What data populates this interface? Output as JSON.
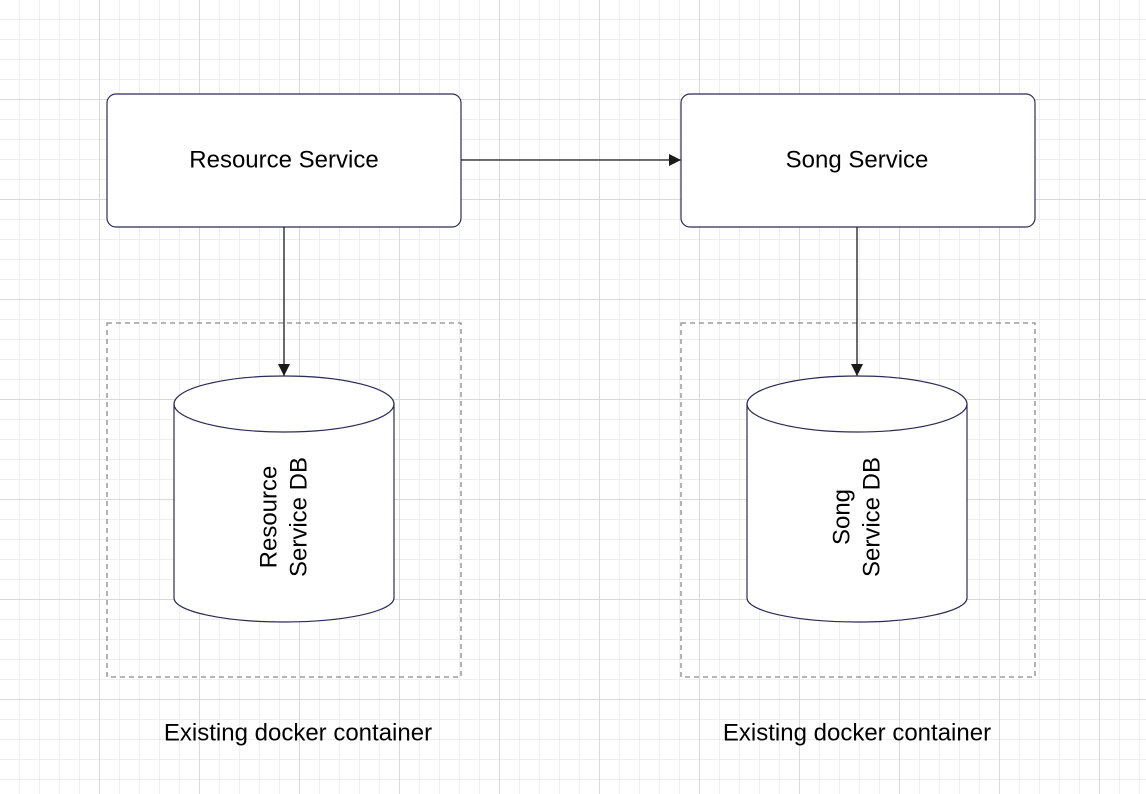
{
  "diagram": {
    "services": [
      {
        "label": "Resource Service"
      },
      {
        "label": "Song Service"
      }
    ],
    "databases": [
      {
        "line1": "Resource",
        "line2": "Service DB"
      },
      {
        "line1": "Song",
        "line2": "Service DB"
      }
    ],
    "containers": [
      {
        "caption": "Existing docker container"
      },
      {
        "caption": "Existing docker container"
      }
    ]
  },
  "colors": {
    "node_stroke": "#2b2b55",
    "edge": "#1a1a1a",
    "container_border": "#8a8a8a",
    "background_grid": "#d9d9d9"
  }
}
